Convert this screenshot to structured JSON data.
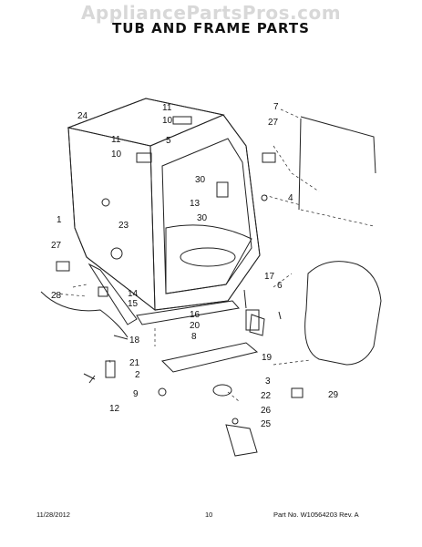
{
  "watermark": "AppliancePartsPros.com",
  "title": "TUB AND FRAME PARTS",
  "callouts": [
    "24",
    "11",
    "10",
    "11",
    "10",
    "5",
    "7",
    "27",
    "30",
    "13",
    "4",
    "30",
    "23",
    "1",
    "27",
    "17",
    "6",
    "28",
    "14",
    "15",
    "16",
    "20",
    "18",
    "8",
    "21",
    "2",
    "9",
    "12",
    "3",
    "22",
    "19",
    "29",
    "26",
    "25"
  ],
  "footer": {
    "date": "11/28/2012",
    "page": "10",
    "part_no": "Part No. W10564203  Rev. A"
  }
}
